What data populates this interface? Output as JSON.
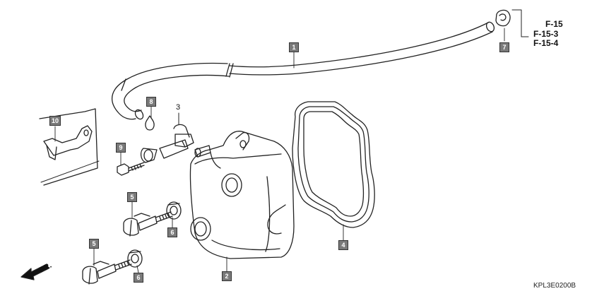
{
  "callouts": {
    "hose": "1",
    "cover": "2",
    "clamp": "3",
    "gasket": "4",
    "bolt_upper": "5",
    "bolt_lower": "5",
    "grommet_upper": "6",
    "grommet_lower": "6",
    "clip": "7",
    "small_clip": "8",
    "screw": "9",
    "bracket": "10"
  },
  "references": [
    "F-15",
    "F-15-3",
    "F-15-4"
  ],
  "direction_label": "FR.",
  "diagram_code": "KPL3E0200B"
}
